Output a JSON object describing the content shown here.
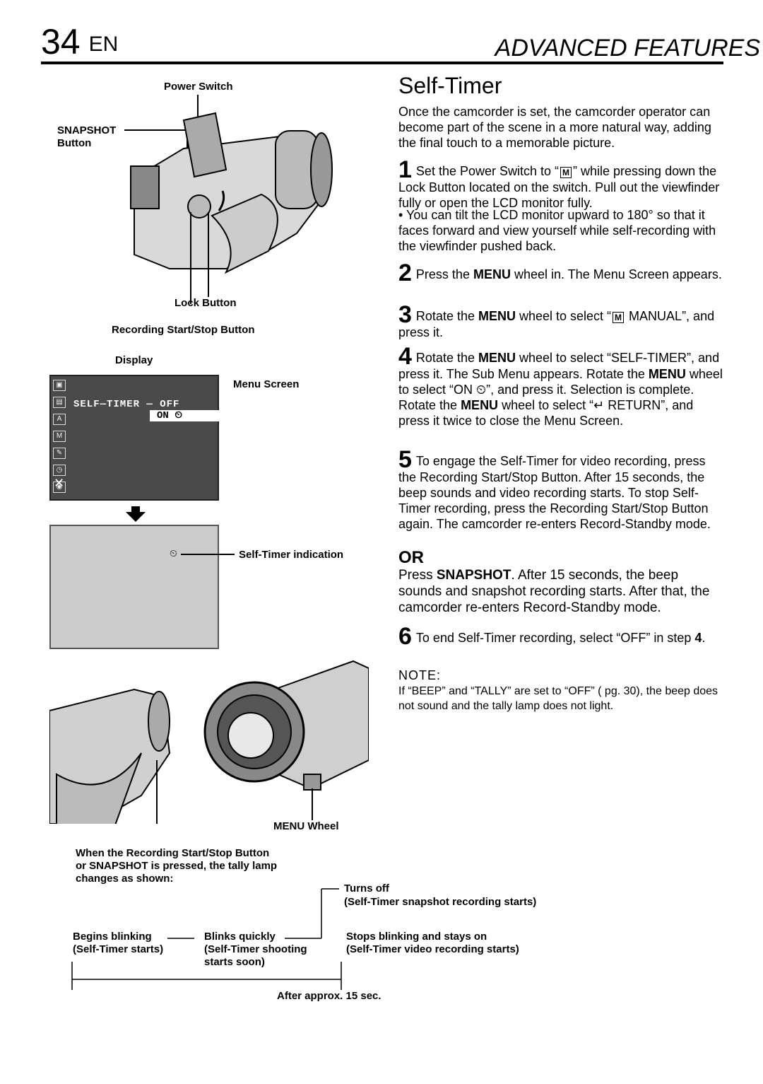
{
  "header": {
    "page_number": "34",
    "lang": "EN",
    "section": "ADVANCED FEATURES"
  },
  "figure": {
    "power_switch": "Power Switch",
    "snapshot_label": "SNAPSHOT",
    "snapshot_label2": "Button",
    "lock_button": "Lock Button",
    "rec_button": "Recording Start/Stop Button",
    "display": "Display",
    "menu_screen": "Menu Screen",
    "menu_line1": "SELF—TIMER  — OFF",
    "menu_line2": "ON ⏲",
    "self_timer_indication": "Self-Timer indication",
    "menu_wheel": "MENU Wheel",
    "tally_intro": "When the Recording Start/Stop Button or SNAPSHOT is pressed, the tally lamp changes as shown:",
    "turns_off": "Turns off",
    "turns_off_sub": "(Self-Timer snapshot recording starts)",
    "begins": "Begins blinking",
    "begins_sub": "(Self-Timer starts)",
    "quickly": "Blinks quickly",
    "quickly_sub": "(Self-Timer shooting",
    "quickly_sub2": "starts soon)",
    "stops": "Stops blinking and stays on",
    "stops_sub": "(Self-Timer video recording starts)",
    "after": "After approx. 15 sec."
  },
  "content": {
    "title": "Self-Timer",
    "intro": "Once the camcorder is set, the camcorder operator can become part of the scene in a more natural way, adding the final touch to a memorable picture.",
    "s1_num": "1",
    "s1_a": "Set the Power Switch to “",
    "s1_icon": "M",
    "s1_b": "” while pressing down the Lock Button located on the switch. Pull out the viewfinder fully or open the LCD monitor fully.",
    "bullet": "• You can tilt the LCD monitor upward to 180° so that it faces forward and view yourself while self-recording with the viewfinder pushed back.",
    "s2_num": "2",
    "s2_a": "Press the ",
    "s2_b": "MENU",
    "s2_c": " wheel in. The Menu Screen appears.",
    "s3_num": "3",
    "s3_a": "Rotate the ",
    "s3_b": "MENU",
    "s3_c": " wheel to select “",
    "s3_icon": "M",
    "s3_d": " MANUAL”, and press it.",
    "s4_num": "4",
    "s4_a": "Rotate the ",
    "s4_b": "MENU",
    "s4_c": " wheel to select “SELF-TIMER”, and press it. The Sub Menu appears. Rotate the ",
    "s4_d": "MENU",
    "s4_e": " wheel to select “ON ⏲”, and press it. Selection is complete. Rotate the ",
    "s4_f": "MENU",
    "s4_g": " wheel to select “↵ RETURN”, and press it twice to close the Menu Screen.",
    "s5_num": "5",
    "s5": "To engage the Self-Timer for video recording, press the Recording Start/Stop Button. After 15 seconds, the beep sounds and video recording starts. To stop Self-Timer recording, press the Recording Start/Stop Button again. The camcorder re-enters Record-Standby mode.",
    "or": "OR",
    "or_a": "Press ",
    "or_b": "SNAPSHOT",
    "or_c": ". After 15 seconds, the beep sounds and snapshot recording starts. After that, the camcorder re-enters Record-Standby mode.",
    "s6_num": "6",
    "s6_a": "To end Self-Timer recording, select “OFF” in step ",
    "s6_b": "4",
    "s6_c": ".",
    "note_heading": "NOTE:",
    "note": "If “BEEP” and “TALLY” are set to “OFF” (    pg. 30), the beep does not sound and the tally lamp does not light."
  }
}
